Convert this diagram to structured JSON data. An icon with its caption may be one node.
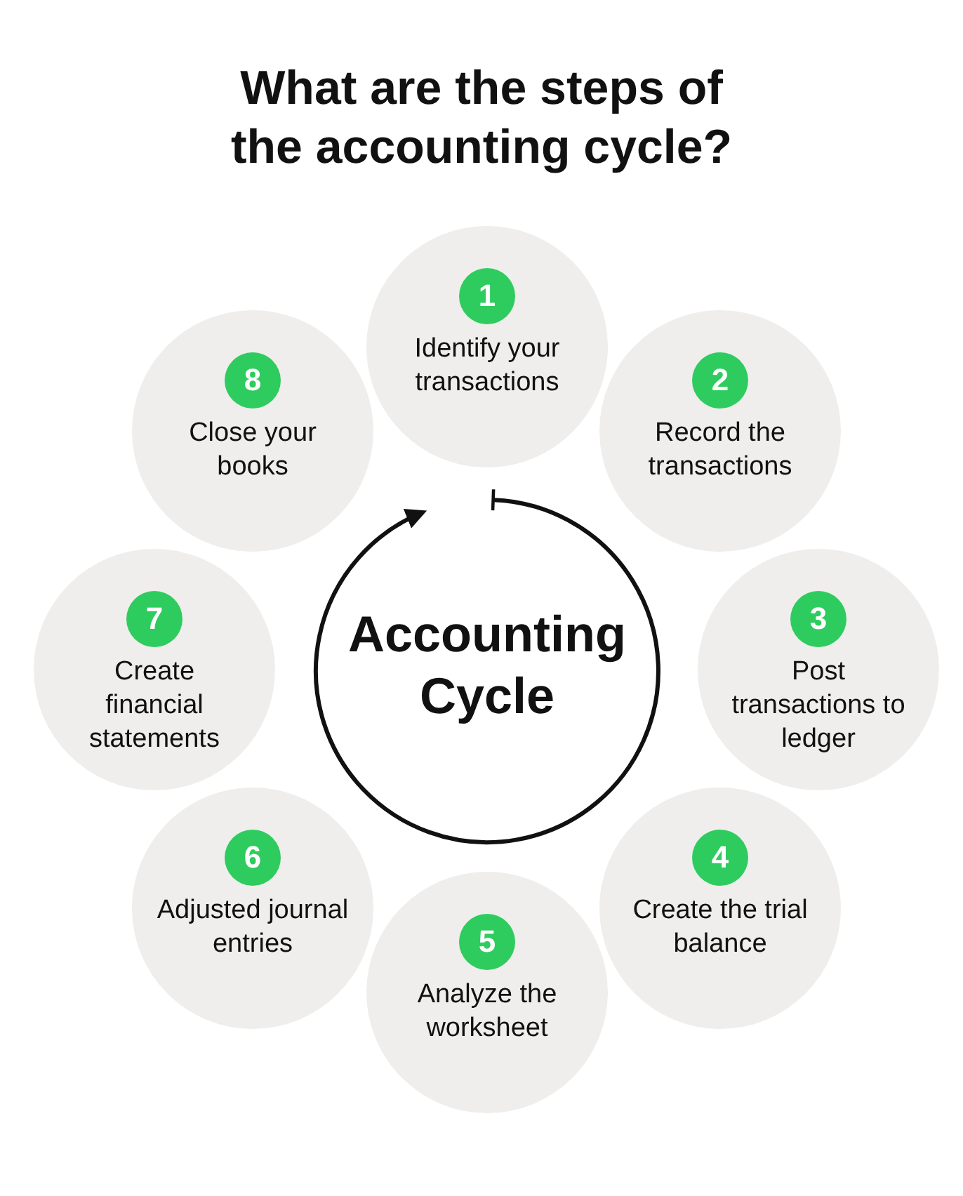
{
  "diagram": {
    "title": "What are the steps of the accounting cycle?",
    "nodes": [
      {
        "text": [
          "1",
          "Identify your transactions"
        ]
      },
      {
        "text": [
          "2",
          "Record the transactions"
        ]
      },
      {
        "text": [
          "3",
          "Post transactions to ledger"
        ]
      },
      {
        "text": [
          "4",
          "Create the trial balance"
        ]
      },
      {
        "text": [
          "5",
          "Analyze the worksheet"
        ]
      },
      {
        "text": [
          "6",
          "Adjusted journal entries"
        ]
      },
      {
        "text": [
          "7",
          "Create financial statements"
        ]
      },
      {
        "text": [
          "8",
          "Close your books"
        ]
      },
      {
        "text": [
          "Accounting Cycle"
        ]
      }
    ],
    "edges": []
  }
}
